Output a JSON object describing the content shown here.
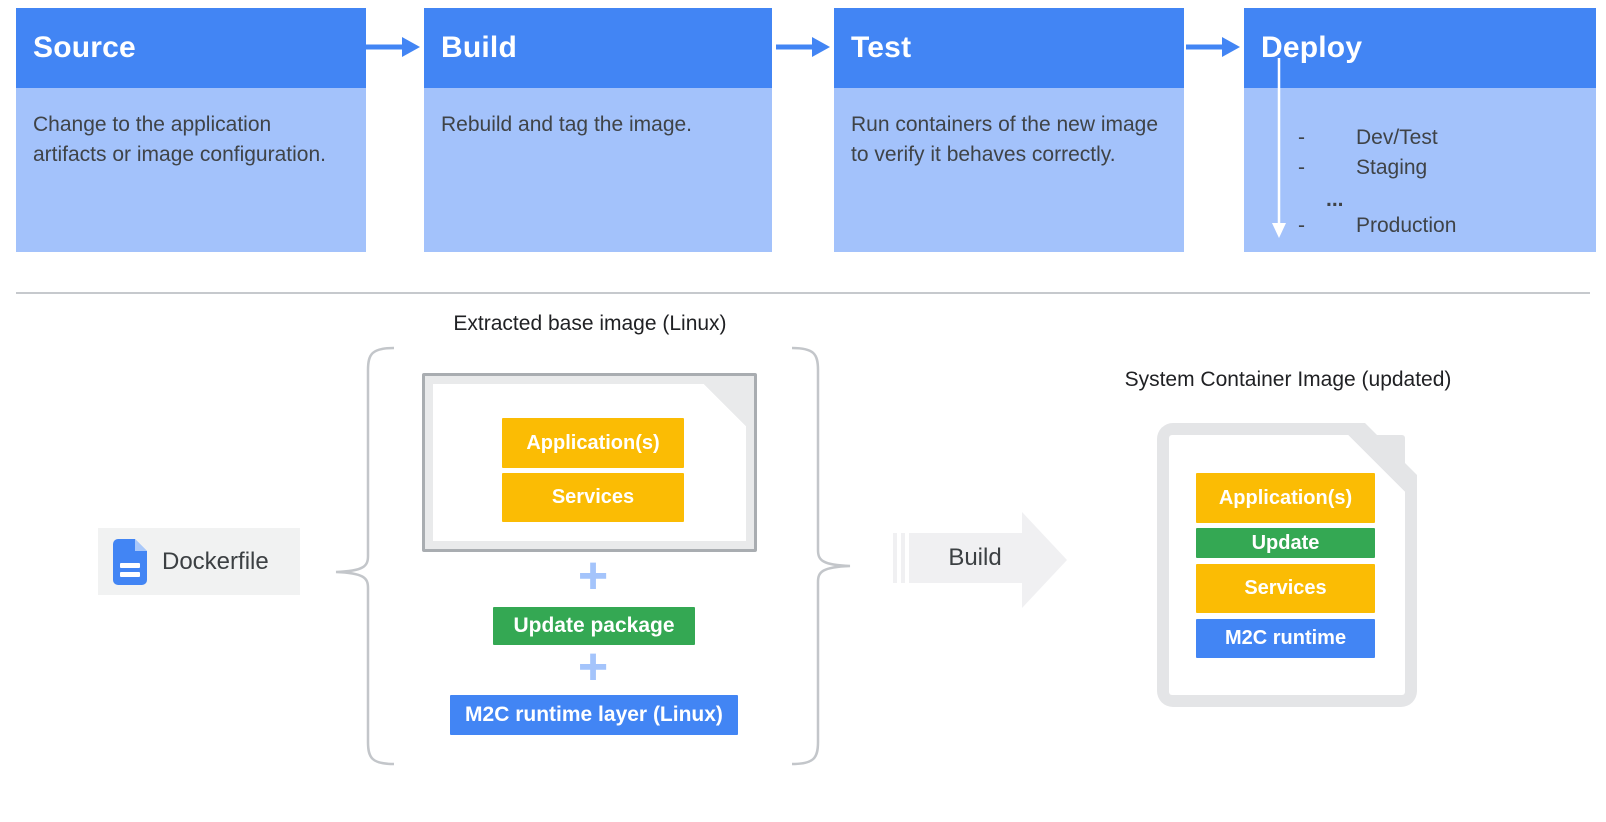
{
  "pipeline": {
    "stages": [
      {
        "title": "Source",
        "description": "Change to the application artifacts or image configuration."
      },
      {
        "title": "Build",
        "description": "Rebuild and tag the image."
      },
      {
        "title": "Test",
        "description": "Run containers of the new image to verify it behaves correctly."
      },
      {
        "title": "Deploy",
        "items": [
          {
            "bullet": "-",
            "label": "Dev/Test"
          },
          {
            "bullet": "-",
            "label": "Staging"
          },
          {
            "bullet": "",
            "label": "..."
          },
          {
            "bullet": "-",
            "label": "Production"
          }
        ]
      }
    ]
  },
  "build_flow": {
    "dockerfile_label": "Dockerfile",
    "plus": "+",
    "extracted_base_image": {
      "title": "Extracted base image (Linux)",
      "layers": [
        "Application(s)",
        "Services"
      ]
    },
    "update_package_label": "Update package",
    "m2c_runtime_layer_label": "M2C runtime layer (Linux)",
    "build_arrow_label": "Build",
    "system_container_image": {
      "title": "System Container Image (updated)",
      "layers": [
        {
          "label": "Application(s)",
          "color": "#FBBC04"
        },
        {
          "label": "Update",
          "color": "#34A853"
        },
        {
          "label": "Services",
          "color": "#FBBC04"
        },
        {
          "label": "M2C runtime",
          "color": "#4285F4"
        }
      ]
    }
  },
  "colors": {
    "stage_header_blue": "#4285F4",
    "stage_body_blue": "#A3C2FB",
    "arrow_blue": "#4285F4",
    "yellow": "#FBBC04",
    "green": "#34A853",
    "blue": "#4285F4",
    "build_arrow_gray": "#F0F0F2",
    "text_dark": "#3C4043"
  }
}
